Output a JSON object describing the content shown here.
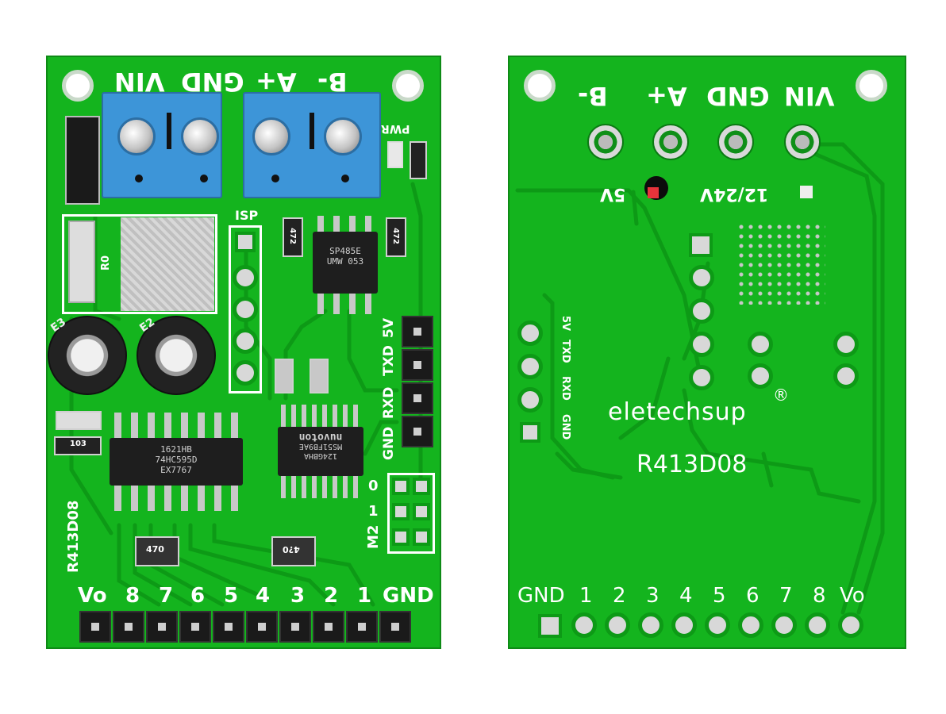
{
  "front": {
    "terminal_labels": [
      "VIN",
      "GND",
      "A+",
      "B-"
    ],
    "pwr_label": "PWR",
    "isp_label": "ISP",
    "rs485_chip": [
      "SP485E",
      "UMW 053"
    ],
    "shift_chip": [
      "1621HB",
      "74HC595D",
      "EX7767"
    ],
    "mcu_chip": [
      "nuvoton",
      "MS51FB9AE",
      "124GBHA"
    ],
    "serial_header_labels": [
      "GND",
      "RXD",
      "TXD",
      "5V"
    ],
    "model": "R413D08",
    "mode_labels": [
      "M2",
      "1",
      "0"
    ],
    "resistor_labels": [
      "103",
      "R0",
      "472",
      "472",
      "470",
      "4?0"
    ],
    "cap_labels": [
      "E3",
      "E2"
    ],
    "output_labels": [
      "Vo",
      "8",
      "7",
      "6",
      "5",
      "4",
      "3",
      "2",
      "1",
      "GND"
    ]
  },
  "back": {
    "terminal_labels": [
      "B-",
      "A+",
      "GND",
      "VIN"
    ],
    "voltage_labels": [
      "5V",
      "12/24V"
    ],
    "serial_labels": [
      "5V",
      "TXD",
      "RXD",
      "GND"
    ],
    "brand": "eletechsup",
    "registered": "®",
    "model": "R413D08",
    "output_labels": [
      "GND",
      "1",
      "2",
      "3",
      "4",
      "5",
      "6",
      "7",
      "8",
      "Vo"
    ]
  },
  "colors": {
    "pcb": "#14b41e",
    "terminal": "#3d95d8",
    "silkscreen": "#ffffff"
  }
}
